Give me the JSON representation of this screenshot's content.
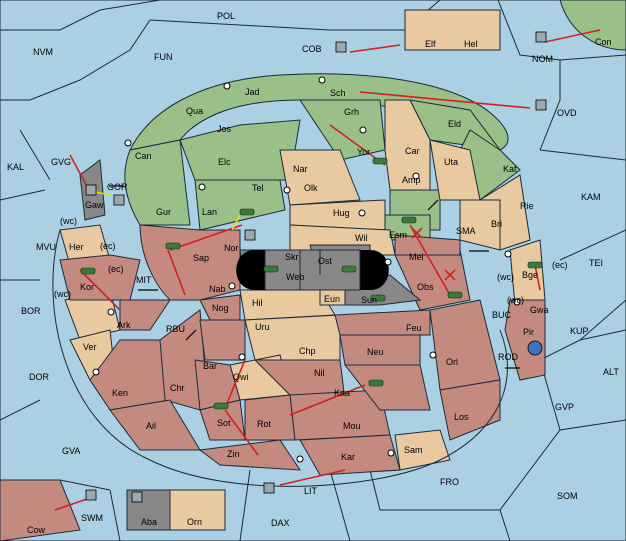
{
  "sea_areas": [
    {
      "id": "POL",
      "label": "POL"
    },
    {
      "id": "NVM",
      "label": "NVM"
    },
    {
      "id": "FUN",
      "label": "FUN"
    },
    {
      "id": "COB",
      "label": "COB"
    },
    {
      "id": "NOM",
      "label": "NOM"
    },
    {
      "id": "KAL",
      "label": "KAL"
    },
    {
      "id": "GVG",
      "label": "GVG"
    },
    {
      "id": "GOR",
      "label": "GOR"
    },
    {
      "id": "MVU",
      "label": "MVU"
    },
    {
      "id": "BOR",
      "label": "BOR"
    },
    {
      "id": "MIT",
      "label": "MIT"
    },
    {
      "id": "RBU",
      "label": "RBU"
    },
    {
      "id": "DOR",
      "label": "DOR"
    },
    {
      "id": "GVA",
      "label": "GVA"
    },
    {
      "id": "SWM",
      "label": "SWM"
    },
    {
      "id": "DAX",
      "label": "DAX"
    },
    {
      "id": "LIT",
      "label": "LIT"
    },
    {
      "id": "FRO",
      "label": "FRO"
    },
    {
      "id": "SOM",
      "label": "SOM"
    },
    {
      "id": "GVP",
      "label": "GVP"
    },
    {
      "id": "ALT",
      "label": "ALT"
    },
    {
      "id": "KUP",
      "label": "KUP"
    },
    {
      "id": "ROD",
      "label": "ROD"
    },
    {
      "id": "BUC",
      "label": "BUC"
    },
    {
      "id": "TEI",
      "label": "TEI"
    },
    {
      "id": "KAM",
      "label": "KAM"
    },
    {
      "id": "SMA",
      "label": "SMA"
    },
    {
      "id": "OVD",
      "label": "OVD"
    }
  ],
  "land_provinces": [
    {
      "id": "Jad",
      "label": "Jad"
    },
    {
      "id": "Sch",
      "label": "Sch"
    },
    {
      "id": "Qua",
      "label": "Qua"
    },
    {
      "id": "Jos",
      "label": "Jos"
    },
    {
      "id": "Grh",
      "label": "Grh"
    },
    {
      "id": "Eld",
      "label": "Eld"
    },
    {
      "id": "Can",
      "label": "Can"
    },
    {
      "id": "Elc",
      "label": "Elc"
    },
    {
      "id": "Yor",
      "label": "Yor"
    },
    {
      "id": "Car",
      "label": "Car"
    },
    {
      "id": "Uta",
      "label": "Uta"
    },
    {
      "id": "Nar",
      "label": "Nar"
    },
    {
      "id": "Tel",
      "label": "Tel"
    },
    {
      "id": "Olk",
      "label": "Olk"
    },
    {
      "id": "Amp",
      "label": "Amp"
    },
    {
      "id": "Kat",
      "label": "Kat"
    },
    {
      "id": "Gur",
      "label": "Gur"
    },
    {
      "id": "Lan",
      "label": "Lan"
    },
    {
      "id": "Hug",
      "label": "Hug"
    },
    {
      "id": "Rie",
      "label": "Rie"
    },
    {
      "id": "Esm",
      "label": "Esm"
    },
    {
      "id": "Bri",
      "label": "Bri"
    },
    {
      "id": "Wil",
      "label": "Wil"
    },
    {
      "id": "Gaw",
      "label": "Gaw"
    },
    {
      "id": "Her",
      "label": "Her"
    },
    {
      "id": "Sap",
      "label": "Sap"
    },
    {
      "id": "Nor",
      "label": "Nor"
    },
    {
      "id": "Skr",
      "label": "Skr"
    },
    {
      "id": "Ost",
      "label": "Ost"
    },
    {
      "id": "Mel",
      "label": "Mel"
    },
    {
      "id": "Web",
      "label": "Web"
    },
    {
      "id": "Bge",
      "label": "Bge"
    },
    {
      "id": "Kor",
      "label": "Kor"
    },
    {
      "id": "Nab",
      "label": "Nab"
    },
    {
      "id": "Obs",
      "label": "Obs"
    },
    {
      "id": "Gwa",
      "label": "Gwa"
    },
    {
      "id": "Hil",
      "label": "Hil"
    },
    {
      "id": "Eun",
      "label": "Eun"
    },
    {
      "id": "Sun",
      "label": "Sun"
    },
    {
      "id": "Ark",
      "label": "Ark"
    },
    {
      "id": "Nog",
      "label": "Nog"
    },
    {
      "id": "Pir",
      "label": "Pir"
    },
    {
      "id": "Uru",
      "label": "Uru"
    },
    {
      "id": "Feu",
      "label": "Feu"
    },
    {
      "id": "Ver",
      "label": "Ver"
    },
    {
      "id": "Chp",
      "label": "Chp"
    },
    {
      "id": "Neu",
      "label": "Neu"
    },
    {
      "id": "Orl",
      "label": "Orl"
    },
    {
      "id": "Bar",
      "label": "Bar"
    },
    {
      "id": "Qwi",
      "label": "Qwi"
    },
    {
      "id": "Nil",
      "label": "Nil"
    },
    {
      "id": "Ken",
      "label": "Ken"
    },
    {
      "id": "Chr",
      "label": "Chr"
    },
    {
      "id": "Kaa",
      "label": "Kaa"
    },
    {
      "id": "Los",
      "label": "Los"
    },
    {
      "id": "Ail",
      "label": "Ail"
    },
    {
      "id": "Sot",
      "label": "Sot"
    },
    {
      "id": "Rot",
      "label": "Rot"
    },
    {
      "id": "Mou",
      "label": "Mou"
    },
    {
      "id": "Sam",
      "label": "Sam"
    },
    {
      "id": "Zin",
      "label": "Zin"
    },
    {
      "id": "Kar",
      "label": "Kar"
    },
    {
      "id": "Elf",
      "label": "Elf"
    },
    {
      "id": "Hel",
      "label": "Hel"
    },
    {
      "id": "Con",
      "label": "Con"
    },
    {
      "id": "Cow",
      "label": "Cow"
    },
    {
      "id": "Aba",
      "label": "Aba"
    },
    {
      "id": "Orn",
      "label": "Orn"
    }
  ],
  "coast_labels": {
    "wc": "(wc)",
    "ec": "(ec)"
  },
  "colors": {
    "sea": "#abcfe3",
    "player_green": "#9bbf88",
    "player_red": "#c48a80",
    "neutral_tan": "#e8c9a0",
    "impassable_grey": "#888888",
    "order_arrow": "#d32020",
    "support_arrow": "#e8e000"
  }
}
